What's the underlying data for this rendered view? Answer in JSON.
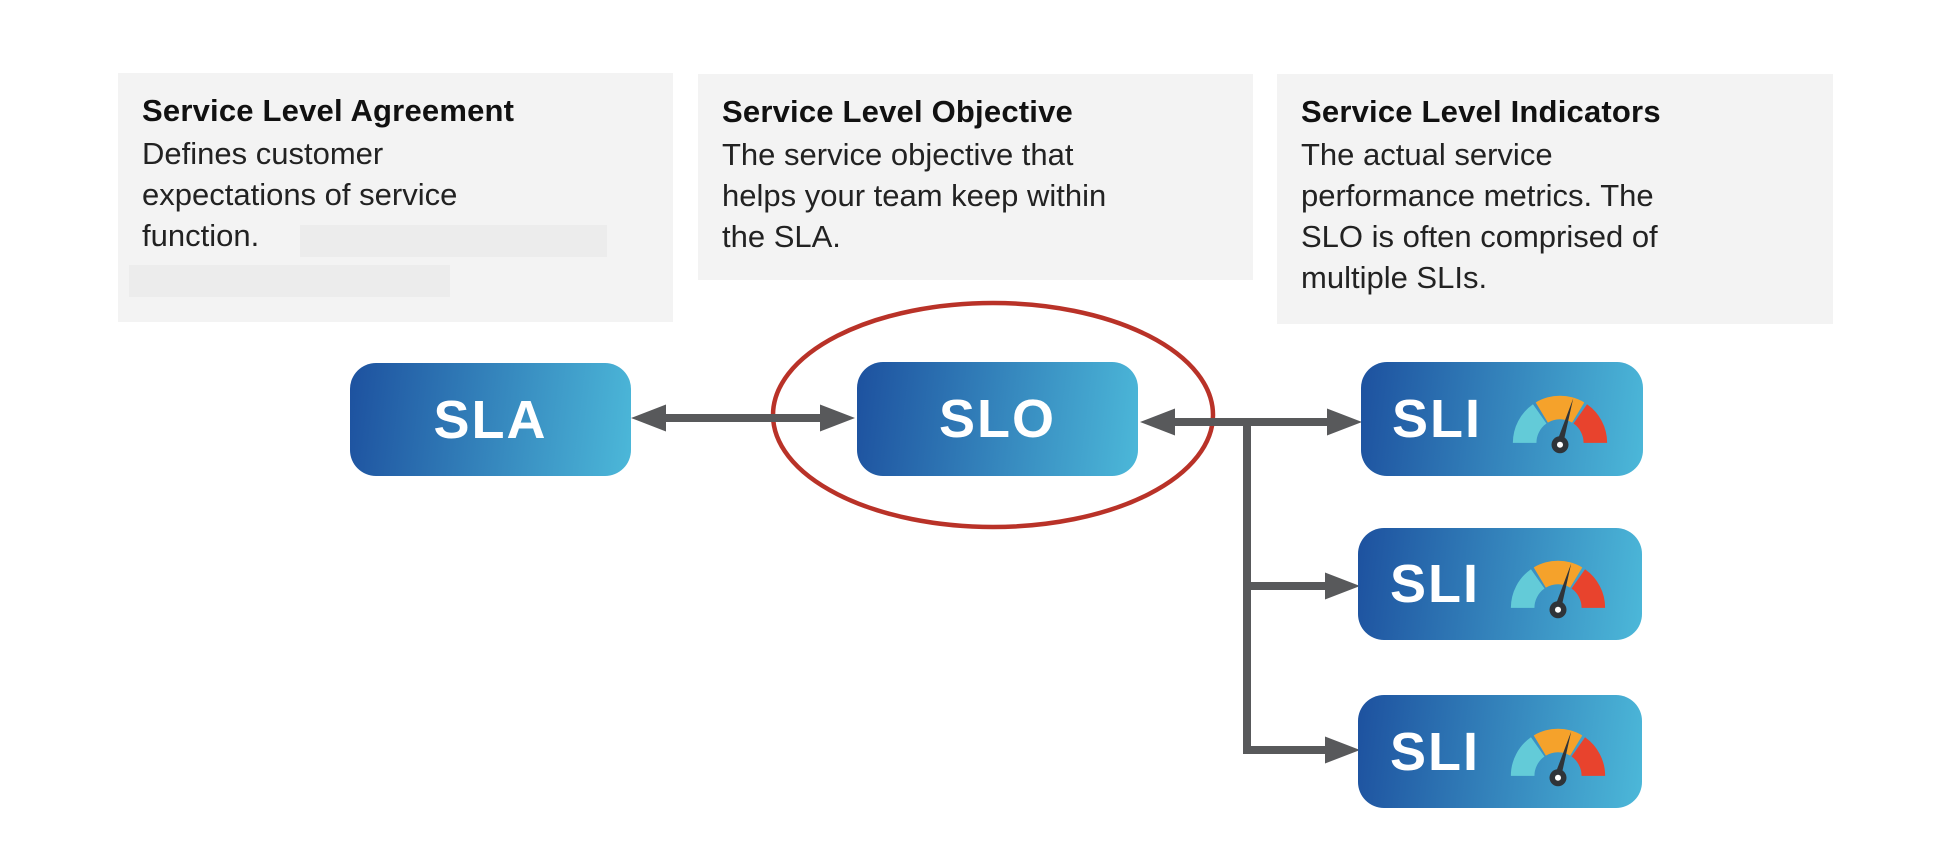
{
  "title": "SLA / SLO / SLI relationship diagram",
  "colors": {
    "card_bg": "#f3f3f3",
    "redact_bg": "#ececec",
    "node_grad_a": "#1d519f",
    "node_grad_b": "#4cb8d9",
    "node_text": "#ffffff",
    "text": "#1d1d1d",
    "arrow": "#58595b",
    "highlight_ellipse": "#b93228"
  },
  "cards": [
    {
      "title": "Service Level Agreement",
      "lines": [
        "Defines customer",
        "expectations of service",
        "function."
      ]
    },
    {
      "title": "Service Level Objective",
      "lines": [
        "The service objective that",
        "helps your team keep within",
        "the SLA."
      ]
    },
    {
      "title": "Service Level Indicators",
      "lines": [
        "The actual service",
        "performance metrics. The",
        "SLO is often comprised of",
        "multiple SLIs."
      ]
    }
  ],
  "nodes": {
    "sla": {
      "label": "SLA"
    },
    "slo": {
      "label": "SLO"
    },
    "sli": {
      "label": "SLI"
    }
  },
  "icons": {
    "gauge": {
      "name": "gauge-icon",
      "teal": "#63cbd8",
      "orange": "#f5a22b",
      "red": "#e8432d",
      "needle": "#2f3439",
      "hub_center": "#ffffff"
    }
  }
}
